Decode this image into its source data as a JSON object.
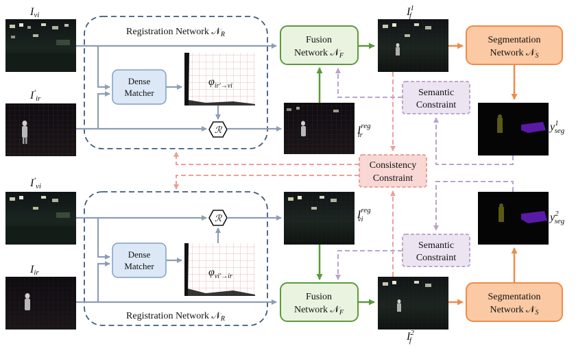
{
  "top": {
    "i_vi": "I",
    "i_vi_sub": "vi",
    "i_ir": "I",
    "i_ir_prime": "′",
    "i_ir_sub": "ir",
    "i_f": "I",
    "i_f_sub": "f",
    "i_f_sup": "1",
    "i_ir_reg": "I",
    "i_ir_reg_sub": "ir",
    "i_ir_reg_sup": "reg",
    "registration_title": "Registration Network 𝒩",
    "registration_sub": "R",
    "dense_matcher_line1": "Dense",
    "dense_matcher_line2": "Matcher",
    "flow_label": "φ",
    "flow_sub": "ir′→vi",
    "resample_symbol": "ℛ",
    "fusion_line1": "Fusion",
    "fusion_line2": "Network 𝒩",
    "fusion_sub": "F",
    "seg_line1": "Segmentation",
    "seg_line2": "Network 𝒩",
    "seg_sub": "S",
    "semantic_line1": "Semantic",
    "semantic_line2": "Constraint",
    "y_seg": "y",
    "y_seg_sub": "seg",
    "y_seg_sup": "1"
  },
  "middle": {
    "consistency_line1": "Consistency",
    "consistency_line2": "Constraint"
  },
  "bottom": {
    "i_vi": "I",
    "i_vi_prime": "′",
    "i_vi_sub": "vi",
    "i_ir": "I",
    "i_ir_sub": "ir",
    "i_f": "I",
    "i_f_sub": "f",
    "i_f_sup": "2",
    "i_vi_reg": "I",
    "i_vi_reg_sub": "vi",
    "i_vi_reg_sup": "reg",
    "registration_title": "Registration Network 𝒩",
    "registration_sub": "R",
    "dense_matcher_line1": "Dense",
    "dense_matcher_line2": "Matcher",
    "flow_label": "φ",
    "flow_sub": "vi′→ir",
    "resample_symbol": "ℛ",
    "fusion_line1": "Fusion",
    "fusion_line2": "Network 𝒩",
    "fusion_sub": "F",
    "seg_line1": "Segmentation",
    "seg_line2": "Network 𝒩",
    "seg_sub": "S",
    "semantic_line1": "Semantic",
    "semantic_line2": "Constraint",
    "y_seg": "y",
    "y_seg_sub": "seg",
    "y_seg_sup": "2"
  },
  "colors": {
    "registration_border": "#3d5a7a",
    "gray_arrow": "#8d9db5",
    "green": "#5a9a3a",
    "fusion_fill": "#eaf3e0",
    "orange": "#f08a4b",
    "seg_fill": "#fbc9a3",
    "matcher_fill": "#dce8f6",
    "matcher_border": "#7e9ec4",
    "semantic_fill": "#ede4f2",
    "semantic_border": "#b89bc9",
    "consistency_fill": "#f8d7d4",
    "consistency_border": "#e89890",
    "purple_dashed": "#b8a3cc",
    "salmon_dashed": "#ee9f96",
    "seg_purple": "#5a1aa8",
    "seg_olive": "#5b5a12"
  }
}
